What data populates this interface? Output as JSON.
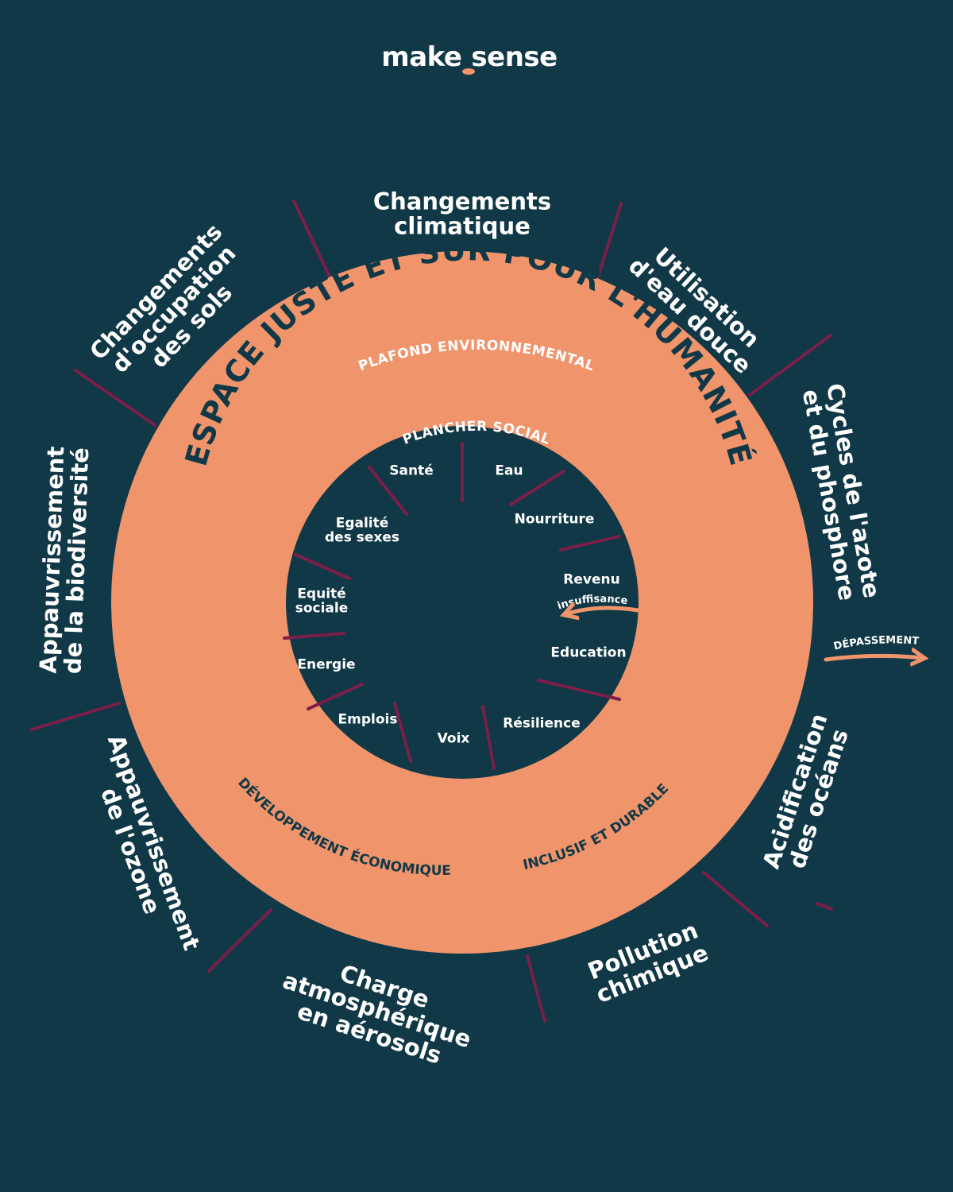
{
  "brand": {
    "name_part1": "make",
    "name_part2": "sense"
  },
  "colors": {
    "background": "#103846",
    "ring": "#F0946B",
    "divider": "#7A1F4A",
    "text_light": "#ffffff",
    "text_dark": "#103846"
  },
  "diagram": {
    "ceiling_label": "PLAFOND ENVIRONNEMENTAL",
    "center_title": "ESPACE JUSTE ET SÛR POUR L'HUMANITÉ",
    "floor_label": "PLANCHER SOCIAL",
    "economy_label_left": "DÉVELOPPEMENT ÉCONOMIQUE",
    "economy_label_right": "INCLUSIF ET DURABLE",
    "shortfall_label": "insuffisance",
    "overshoot_label": "DÉPASSEMENT"
  },
  "outer_labels": [
    {
      "key": "climat",
      "lines": [
        "Changements",
        "climatique"
      ]
    },
    {
      "key": "eau_douce",
      "lines": [
        "Utilisation",
        "d'eau douce"
      ]
    },
    {
      "key": "azote",
      "lines": [
        "Cycles de l'azote",
        "et du phosphore"
      ]
    },
    {
      "key": "oceans",
      "lines": [
        "Acidification",
        "des océans"
      ]
    },
    {
      "key": "pollution",
      "lines": [
        "Pollution",
        "chimique"
      ]
    },
    {
      "key": "aerosols",
      "lines": [
        "Charge",
        "atmosphérique",
        "en aérosols"
      ]
    },
    {
      "key": "ozone",
      "lines": [
        "Appauvrissement",
        "de l'ozone"
      ]
    },
    {
      "key": "biodiversite",
      "lines": [
        "Appauvrissement",
        "de la biodiversité"
      ]
    },
    {
      "key": "sols",
      "lines": [
        "Changements",
        "d'occupation",
        "des sols"
      ]
    }
  ],
  "inner_labels": [
    {
      "key": "sante",
      "lines": [
        "Santé"
      ]
    },
    {
      "key": "eau",
      "lines": [
        "Eau"
      ]
    },
    {
      "key": "nourriture",
      "lines": [
        "Nourriture"
      ]
    },
    {
      "key": "revenu",
      "lines": [
        "Revenu"
      ]
    },
    {
      "key": "education",
      "lines": [
        "Education"
      ]
    },
    {
      "key": "resilience",
      "lines": [
        "Résilience"
      ]
    },
    {
      "key": "voix",
      "lines": [
        "Voix"
      ]
    },
    {
      "key": "emplois",
      "lines": [
        "Emplois"
      ]
    },
    {
      "key": "energie",
      "lines": [
        "Energie"
      ]
    },
    {
      "key": "equite",
      "lines": [
        "Equité",
        "sociale"
      ]
    },
    {
      "key": "egalite",
      "lines": [
        "Egalité",
        "des sexes"
      ]
    }
  ]
}
